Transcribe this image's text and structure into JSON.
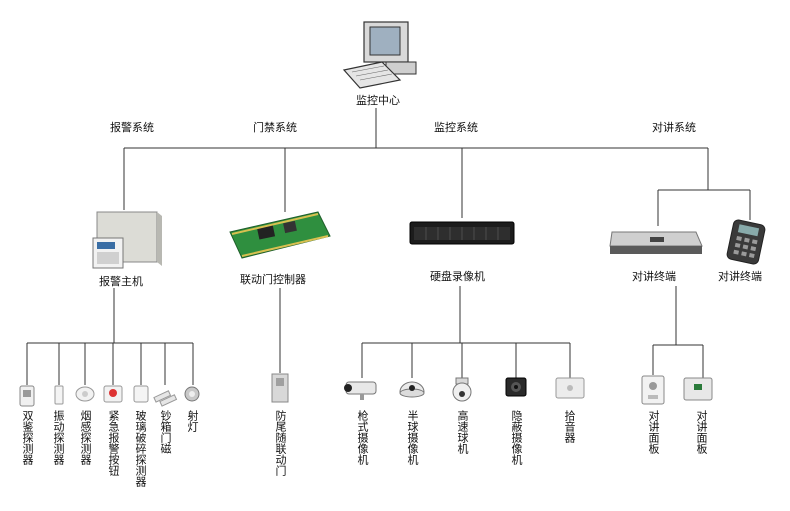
{
  "center": {
    "label": "监控中心",
    "icon": "computer-icon"
  },
  "subsystems": {
    "alarm": "报警系统",
    "access": "门禁系统",
    "video": "监控系统",
    "intercom": "对讲系统"
  },
  "devices": {
    "alarm_host": "报警主机",
    "door_controller": "联动门控制器",
    "nvr": "硬盘录像机",
    "intercom_terminal_a": "对讲终端",
    "intercom_terminal_b": "对讲终端"
  },
  "alarm_leaves": [
    {
      "label": "双鉴探测器",
      "icon": "dual-detector-icon"
    },
    {
      "label": "振动探测器",
      "icon": "vibration-detector-icon"
    },
    {
      "label": "烟感探测器",
      "icon": "smoke-detector-icon"
    },
    {
      "label": "紧急报警按钮",
      "icon": "panic-button-icon"
    },
    {
      "label": "玻璃破碎探测器",
      "icon": "glass-break-detector-icon"
    },
    {
      "label": "钞箱门磁",
      "icon": "door-contact-icon"
    },
    {
      "label": "射灯",
      "icon": "spotlight-icon"
    }
  ],
  "access_leaves": [
    {
      "label": "防尾随联动门",
      "icon": "interlock-door-icon"
    }
  ],
  "video_leaves": [
    {
      "label": "枪式摄像机",
      "icon": "bullet-camera-icon"
    },
    {
      "label": "半球摄像机",
      "icon": "dome-camera-icon"
    },
    {
      "label": "高速球机",
      "icon": "speed-dome-icon"
    },
    {
      "label": "隐蔽摄像机",
      "icon": "hidden-camera-icon"
    },
    {
      "label": "拾音器",
      "icon": "microphone-icon"
    }
  ],
  "intercom_leaves": [
    {
      "label": "对讲面板",
      "icon": "intercom-panel-icon"
    },
    {
      "label": "对讲面板",
      "icon": "intercom-panel-icon"
    }
  ],
  "colors": {
    "line": "#333333",
    "text": "#111111"
  }
}
